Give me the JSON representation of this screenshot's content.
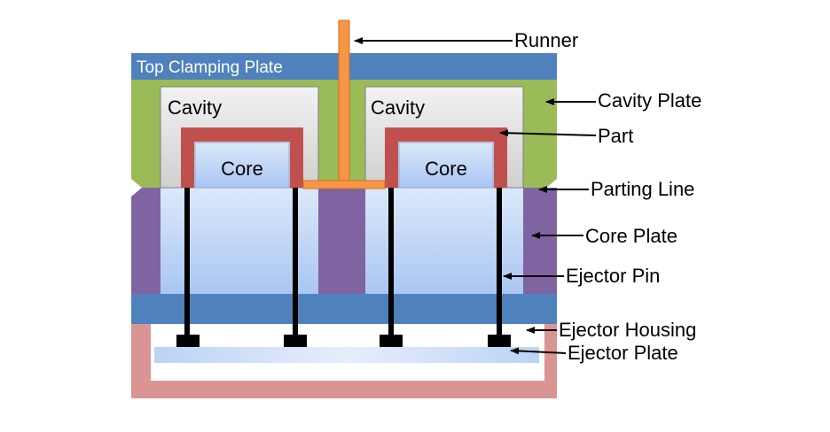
{
  "labels": {
    "top_clamping_plate": "Top Clamping Plate",
    "cavity_left": "Cavity",
    "cavity_right": "Cavity",
    "core_left": "Core",
    "core_right": "Core",
    "runner": "Runner",
    "cavity_plate": "Cavity Plate",
    "part": "Part",
    "parting_line": "Parting Line",
    "core_plate": "Core Plate",
    "ejector_pin": "Ejector Pin",
    "ejector_housing": "Ejector Housing",
    "ejector_plate": "Ejector Plate"
  },
  "colors": {
    "top_clamping_plate": "#4f81bd",
    "cavity_plate": "#9bbb59",
    "core_plate": "#8064a2",
    "ejector_housing": "#d99594",
    "runner": "#f79646",
    "part": "#c0504d",
    "ejector_pin": "#000000"
  }
}
